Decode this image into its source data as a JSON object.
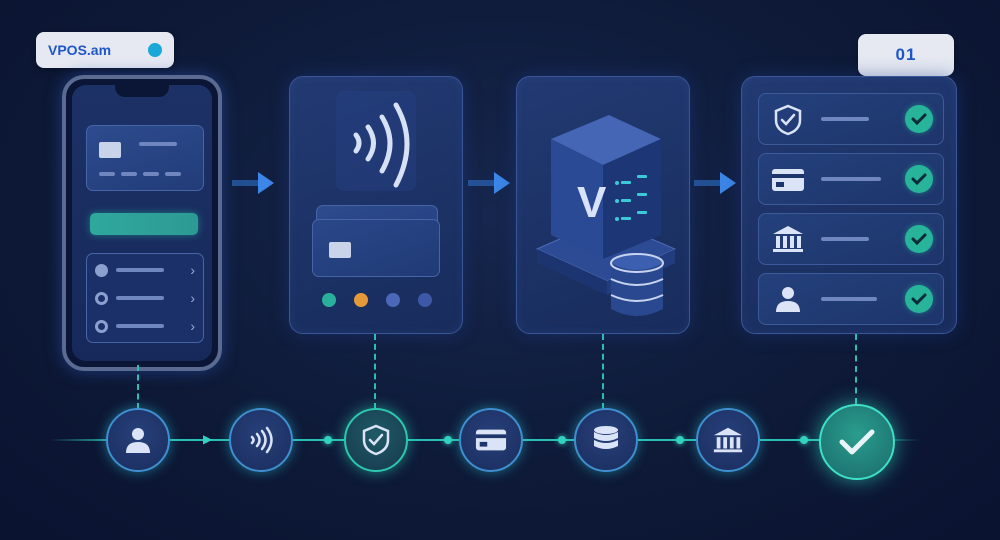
{
  "brand": {
    "label": "VPOS.am"
  },
  "step": {
    "label": "01"
  },
  "colors": {
    "accent_blue": "#3b86e8",
    "accent_teal": "#28c0b4",
    "check_green": "#27b49a",
    "dot_orange": "#e59a3a",
    "badge_text": "#1e56c8"
  },
  "panels": [
    {
      "name": "phone-app",
      "icons": [
        "credit-card-icon",
        "chevron-right-icon"
      ]
    },
    {
      "name": "contactless-terminal",
      "icons": [
        "nfc-icon",
        "credit-card-icon"
      ]
    },
    {
      "name": "vpos-server",
      "icons": [
        "server-icon",
        "database-icon"
      ],
      "server_letter": "V"
    },
    {
      "name": "verification-list",
      "icons": [
        "shield-icon",
        "credit-card-icon",
        "bank-icon",
        "user-icon",
        "check-icon"
      ]
    }
  ],
  "timeline": {
    "nodes": [
      "user-icon",
      "nfc-icon",
      "shield-icon",
      "credit-card-icon",
      "database-icon",
      "bank-icon",
      "check-icon"
    ]
  }
}
